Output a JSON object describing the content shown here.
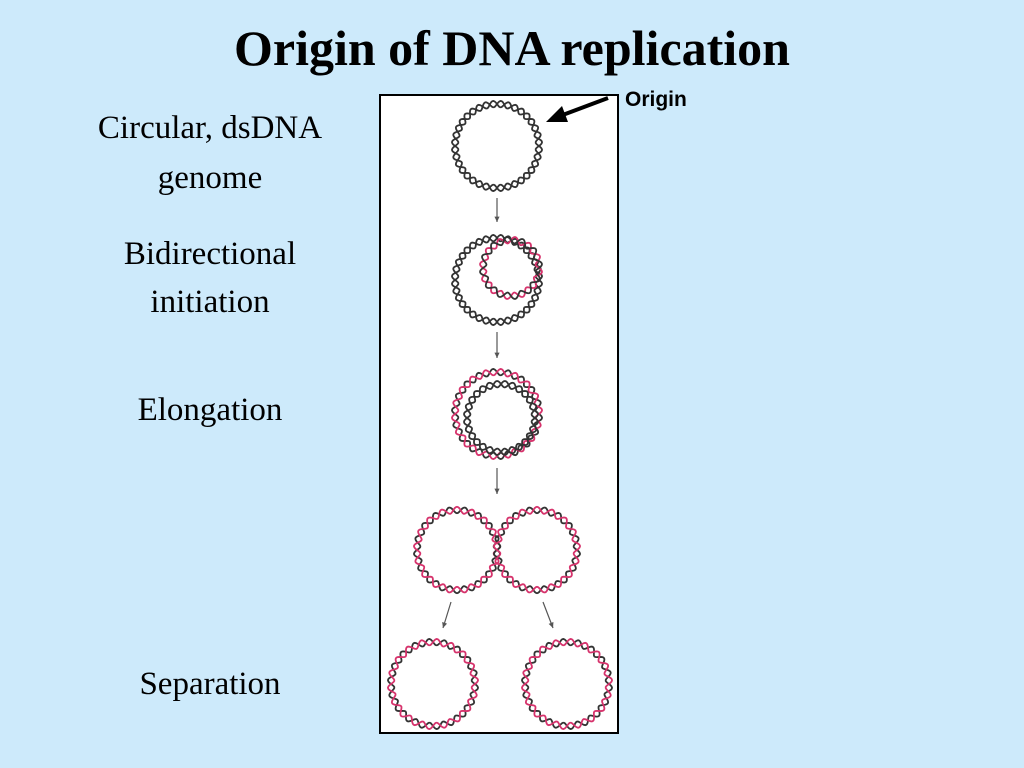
{
  "title": "Origin of DNA replication",
  "labels": {
    "circular_line1": "Circular, dsDNA",
    "circular_line2": "genome",
    "bidirectional_line1": "Bidirectional",
    "bidirectional_line2": "initiation",
    "elongation": "Elongation",
    "separation": "Separation"
  },
  "origin_label": "Origin",
  "colors": {
    "background": "#cdeafb",
    "parental_strand": "#333333",
    "new_strand": "#d6336c"
  }
}
